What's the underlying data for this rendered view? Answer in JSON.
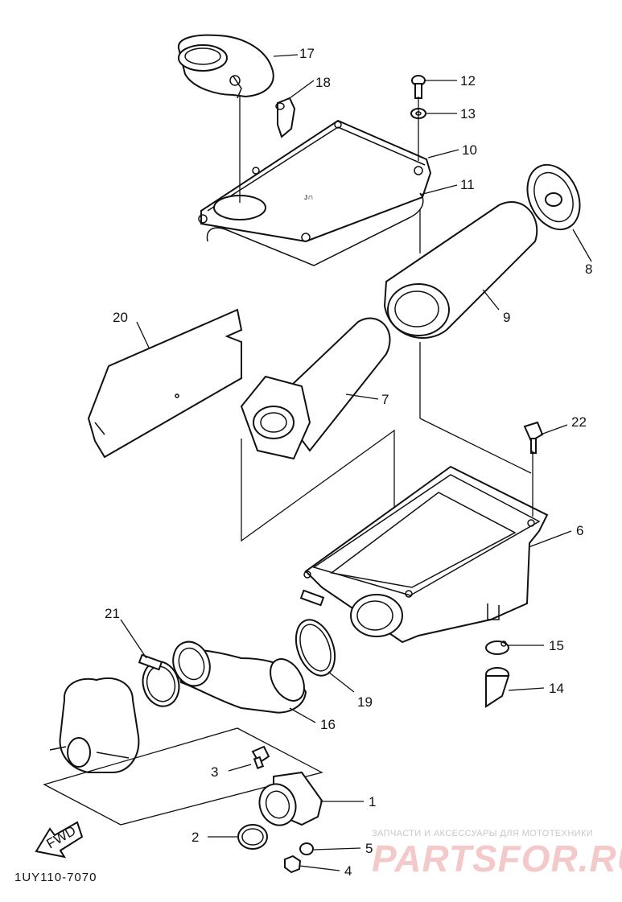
{
  "diagram": {
    "drawing_code": "1UY110-7070",
    "watermark": {
      "tagline": "ЗАПЧАСТИ И АКСЕССУАРЫ ДЛЯ МОТОТЕХНИКИ",
      "logo": "PARTSFOR.RU"
    },
    "fwd_label": "FWD",
    "callouts": [
      "1",
      "2",
      "3",
      "4",
      "5",
      "6",
      "7",
      "8",
      "9",
      "10",
      "11",
      "12",
      "13",
      "14",
      "15",
      "16",
      "17",
      "18",
      "19",
      "20",
      "21",
      "22"
    ]
  }
}
